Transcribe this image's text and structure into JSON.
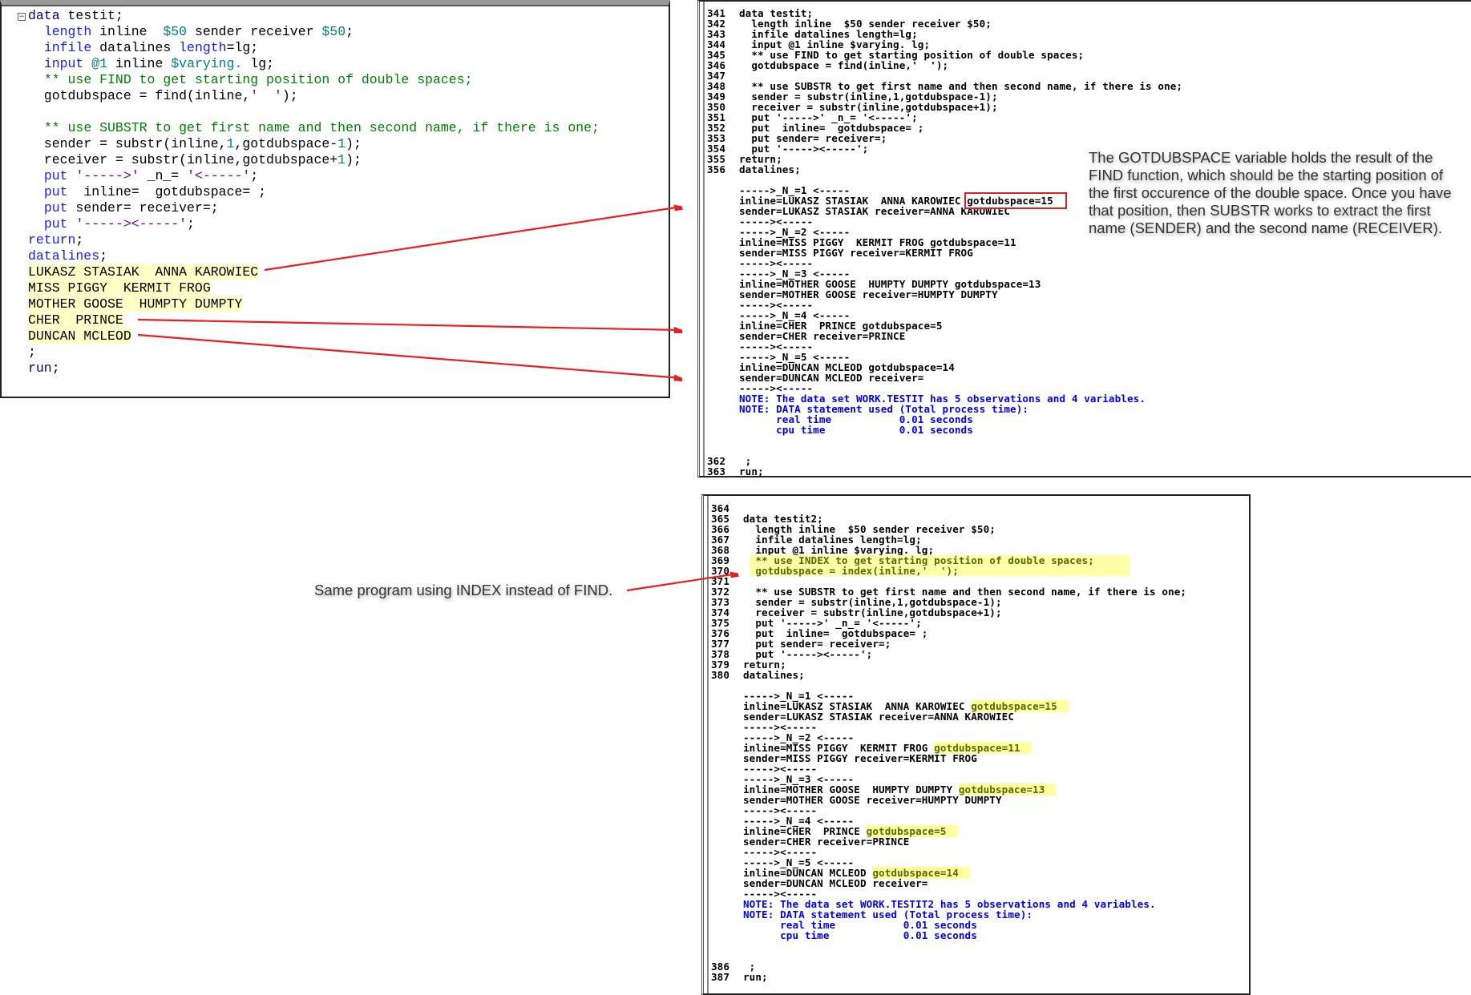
{
  "editor": {
    "fold_icon": "minus-box-icon",
    "lines": [
      [
        [
          "data",
          "k2"
        ],
        [
          " testit;",
          ""
        ]
      ],
      [
        [
          "  ",
          ""
        ],
        [
          "length",
          "k"
        ],
        [
          " inline  ",
          ""
        ],
        [
          "$50",
          "n"
        ],
        [
          " sender receiver ",
          ""
        ],
        [
          "$50",
          "n"
        ],
        [
          ";",
          ""
        ]
      ],
      [
        [
          "  ",
          ""
        ],
        [
          "infile",
          "k"
        ],
        [
          " datalines ",
          ""
        ],
        [
          "length",
          "k"
        ],
        [
          "=lg;",
          ""
        ]
      ],
      [
        [
          "  ",
          ""
        ],
        [
          "input",
          "k"
        ],
        [
          " ",
          ""
        ],
        [
          "@1",
          "n"
        ],
        [
          " inline ",
          ""
        ],
        [
          "$varying.",
          "n"
        ],
        [
          " lg;",
          ""
        ]
      ],
      [
        [
          "  ",
          ""
        ],
        [
          "** use FIND to get starting position of double spaces;",
          "c"
        ]
      ],
      [
        [
          "  gotdubspace = find(inline,",
          ""
        ],
        [
          "'  '",
          "s"
        ],
        [
          ");",
          ""
        ]
      ],
      [
        [
          "",
          ""
        ]
      ],
      [
        [
          "  ",
          ""
        ],
        [
          "** use SUBSTR to get first name and then second name, if there is one;",
          "c"
        ]
      ],
      [
        [
          "  sender = substr(inline,",
          ""
        ],
        [
          "1",
          "n"
        ],
        [
          ",gotdubspace-",
          ""
        ],
        [
          "1",
          "n"
        ],
        [
          ");",
          ""
        ]
      ],
      [
        [
          "  receiver = substr(inline,gotdubspace+",
          ""
        ],
        [
          "1",
          "n"
        ],
        [
          ");",
          ""
        ]
      ],
      [
        [
          "  ",
          ""
        ],
        [
          "put",
          "k"
        ],
        [
          " ",
          ""
        ],
        [
          "'----->'",
          "s"
        ],
        [
          " _n_= ",
          ""
        ],
        [
          "'<-----'",
          "s"
        ],
        [
          ";",
          ""
        ]
      ],
      [
        [
          "  ",
          ""
        ],
        [
          "put",
          "k"
        ],
        [
          "  inline=  gotdubspace= ;",
          ""
        ]
      ],
      [
        [
          "  ",
          ""
        ],
        [
          "put",
          "k"
        ],
        [
          " sender= receiver=;",
          ""
        ]
      ],
      [
        [
          "  ",
          ""
        ],
        [
          "put",
          "k"
        ],
        [
          " ",
          ""
        ],
        [
          "'-----><-----'",
          "s"
        ],
        [
          ";",
          ""
        ]
      ],
      [
        [
          "return",
          "k"
        ],
        [
          ";",
          ""
        ]
      ],
      [
        [
          "datalines",
          "k"
        ],
        [
          ";",
          ""
        ]
      ],
      [
        [
          "LUKASZ STASIAK  ANNA KAROWIEC",
          "y"
        ]
      ],
      [
        [
          "MISS PIGGY  KERMIT FROG",
          "y"
        ]
      ],
      [
        [
          "MOTHER GOOSE  HUMPTY DUMPTY",
          "y"
        ]
      ],
      [
        [
          "CHER  PRINCE",
          "y"
        ]
      ],
      [
        [
          "DUNCAN MCLEOD",
          "y"
        ]
      ],
      [
        [
          ";",
          ""
        ]
      ],
      [
        [
          "run",
          "k2"
        ],
        [
          ";",
          ""
        ]
      ]
    ]
  },
  "log1": [
    {
      "n": "341",
      "t": "data testit;"
    },
    {
      "n": "342",
      "t": "  length inline  $50 sender receiver $50;"
    },
    {
      "n": "343",
      "t": "  infile datalines length=lg;"
    },
    {
      "n": "344",
      "t": "  input @1 inline $varying. lg;"
    },
    {
      "n": "345",
      "t": "  ** use FIND to get starting position of double spaces;"
    },
    {
      "n": "346",
      "t": "  gotdubspace = find(inline,'  ');"
    },
    {
      "n": "347",
      "t": ""
    },
    {
      "n": "348",
      "t": "  ** use SUBSTR to get first name and then second name, if there is one;"
    },
    {
      "n": "349",
      "t": "  sender = substr(inline,1,gotdubspace-1);"
    },
    {
      "n": "350",
      "t": "  receiver = substr(inline,gotdubspace+1);"
    },
    {
      "n": "351",
      "t": "  put '----->' _n_= '<-----';"
    },
    {
      "n": "352",
      "t": "  put  inline=  gotdubspace= ;"
    },
    {
      "n": "353",
      "t": "  put sender= receiver=;"
    },
    {
      "n": "354",
      "t": "  put '-----><-----';"
    },
    {
      "n": "355",
      "t": "return;"
    },
    {
      "n": "356",
      "t": "datalines;"
    },
    {
      "t": ""
    },
    {
      "t": "----->_N_=1 <-----"
    },
    {
      "t": "inline=LUKASZ STASIAK  ANNA KAROWIEC ",
      "box": "gotdubspace=15"
    },
    {
      "t": "sender=LUKASZ STASIAK receiver=ANNA KAROWIEC"
    },
    {
      "t": "-----><-----"
    },
    {
      "t": "----->_N_=2 <-----"
    },
    {
      "t": "inline=MISS PIGGY  KERMIT FROG gotdubspace=11"
    },
    {
      "t": "sender=MISS PIGGY receiver=KERMIT FROG"
    },
    {
      "t": "-----><-----"
    },
    {
      "t": "----->_N_=3 <-----"
    },
    {
      "t": "inline=MOTHER GOOSE  HUMPTY DUMPTY gotdubspace=13"
    },
    {
      "t": "sender=MOTHER GOOSE receiver=HUMPTY DUMPTY"
    },
    {
      "t": "-----><-----"
    },
    {
      "t": "----->_N_=4 <-----"
    },
    {
      "t": "inline=CHER  PRINCE gotdubspace=5"
    },
    {
      "t": "sender=CHER receiver=PRINCE"
    },
    {
      "t": "-----><-----"
    },
    {
      "t": "----->_N_=5 <-----"
    },
    {
      "t": "inline=DUNCAN MCLEOD gotdubspace=14"
    },
    {
      "t": "sender=DUNCAN MCLEOD receiver="
    },
    {
      "t": "-----><-----"
    },
    {
      "t": "NOTE: The data set WORK.TESTIT has 5 observations and 4 variables.",
      "note": true
    },
    {
      "t": "NOTE: DATA statement used (Total process time):",
      "note": true
    },
    {
      "t": "      real time           0.01 seconds",
      "note": true
    },
    {
      "t": "      cpu time            0.01 seconds",
      "note": true
    },
    {
      "t": ""
    },
    {
      "t": ""
    },
    {
      "n": "362",
      "t": " ;"
    },
    {
      "n": "363",
      "t": "run;"
    }
  ],
  "log2": [
    {
      "n": "364",
      "t": ""
    },
    {
      "n": "365",
      "t": "data testit2;"
    },
    {
      "n": "366",
      "t": "  length inline  $50 sender receiver $50;"
    },
    {
      "n": "367",
      "t": "  infile datalines length=lg;"
    },
    {
      "n": "368",
      "t": "  input @1 inline $varying. lg;"
    },
    {
      "n": "369",
      "t": " ",
      "full": " ** use INDEX to get starting position of double spaces;"
    },
    {
      "n": "370",
      "t": " ",
      "full": " gotdubspace = index(inline,'  ');"
    },
    {
      "n": "371",
      "t": ""
    },
    {
      "n": "372",
      "t": "  ** use SUBSTR to get first name and then second name, if there is one;"
    },
    {
      "n": "373",
      "t": "  sender = substr(inline,1,gotdubspace-1);"
    },
    {
      "n": "374",
      "t": "  receiver = substr(inline,gotdubspace+1);"
    },
    {
      "n": "375",
      "t": "  put '----->' _n_= '<-----';"
    },
    {
      "n": "376",
      "t": "  put  inline=  gotdubspace= ;"
    },
    {
      "n": "377",
      "t": "  put sender= receiver=;"
    },
    {
      "n": "378",
      "t": "  put '-----><-----';"
    },
    {
      "n": "379",
      "t": "return;"
    },
    {
      "n": "380",
      "t": "datalines;"
    },
    {
      "t": ""
    },
    {
      "t": "----->_N_=1 <-----"
    },
    {
      "t": "inline=LUKASZ STASIAK  ANNA KAROWIEC ",
      "hl": "gotdubspace=15"
    },
    {
      "t": "sender=LUKASZ STASIAK receiver=ANNA KAROWIEC"
    },
    {
      "t": "-----><-----"
    },
    {
      "t": "----->_N_=2 <-----"
    },
    {
      "t": "inline=MISS PIGGY  KERMIT FROG ",
      "hl": "gotdubspace=11"
    },
    {
      "t": "sender=MISS PIGGY receiver=KERMIT FROG"
    },
    {
      "t": "-----><-----"
    },
    {
      "t": "----->_N_=3 <-----"
    },
    {
      "t": "inline=MOTHER GOOSE  HUMPTY DUMPTY ",
      "hl": "gotdubspace=13"
    },
    {
      "t": "sender=MOTHER GOOSE receiver=HUMPTY DUMPTY"
    },
    {
      "t": "-----><-----"
    },
    {
      "t": "----->_N_=4 <-----"
    },
    {
      "t": "inline=CHER  PRINCE ",
      "hl": "gotdubspace=5"
    },
    {
      "t": "sender=CHER receiver=PRINCE"
    },
    {
      "t": "-----><-----"
    },
    {
      "t": "----->_N_=5 <-----"
    },
    {
      "t": "inline=DUNCAN MCLEOD ",
      "hl": "gotdubspace=14"
    },
    {
      "t": "sender=DUNCAN MCLEOD receiver="
    },
    {
      "t": "-----><-----"
    },
    {
      "t": "NOTE: The data set WORK.TESTIT2 has 5 observations and 4 variables.",
      "note": true
    },
    {
      "t": "NOTE: DATA statement used (Total process time):",
      "note": true
    },
    {
      "t": "      real time           0.01 seconds",
      "note": true
    },
    {
      "t": "      cpu time            0.01 seconds",
      "note": true
    },
    {
      "t": ""
    },
    {
      "t": ""
    },
    {
      "n": "386",
      "t": " ;"
    },
    {
      "n": "387",
      "t": "run;"
    }
  ],
  "callouts": {
    "find_explanation": "The GOTDUBSPACE variable holds the result of the FIND function, which should be the starting position of the first occurence of the double space. Once you have that position, then SUBSTR works to extract the first name (SENDER) and the second name (RECEIVER).",
    "index_note": "Same program using INDEX instead of FIND."
  },
  "colors": {
    "arrow": "#ee1c1c",
    "highlight": "#ffffc4",
    "note": "#0000ff"
  }
}
